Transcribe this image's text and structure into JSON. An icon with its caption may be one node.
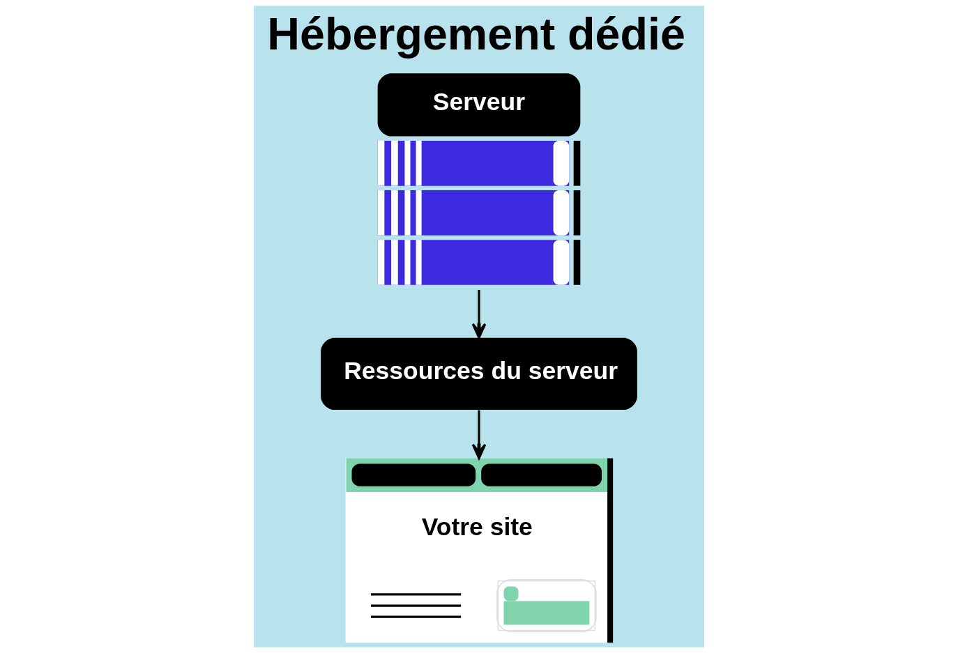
{
  "diagram": {
    "title": "Hébergement dédié",
    "nodes": [
      {
        "text": [
          "Serveur"
        ]
      },
      {
        "text": [
          "Ressources du serveur"
        ]
      },
      {
        "text": [
          "Votre site"
        ]
      }
    ],
    "edges": [
      {
        "from": 0,
        "to": 1,
        "arrow": "to"
      },
      {
        "from": 1,
        "to": 2,
        "arrow": "to"
      }
    ]
  }
}
